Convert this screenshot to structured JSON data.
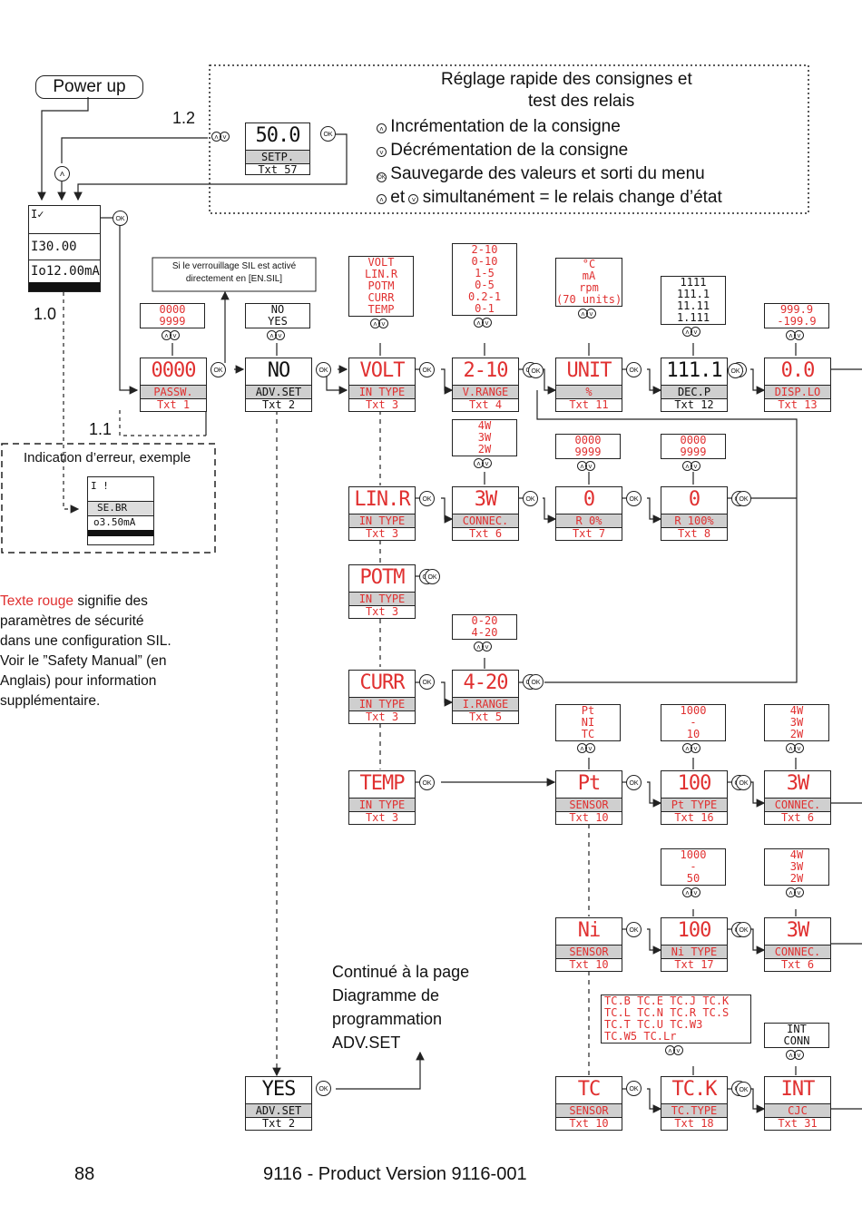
{
  "power_up": "Power up",
  "quick": {
    "title": "Réglage rapide des consignes et",
    "title2": "test des relais",
    "incr": "Incrémentation de la consigne",
    "decr": "Décrémentation de la consigne",
    "save": "Sauvegarde des valeurs et sorti du menu",
    "et": "et",
    "simul": "simultanément = le relais change d’état"
  },
  "labels": {
    "l12": "1.2",
    "l10": "1.0",
    "l11": "1.1"
  },
  "ok": "OK",
  "display": {
    "line1": "I",
    "line2": "I",
    "line2b": "30.00",
    "line3": "Io12.00mA"
  },
  "error": {
    "title": "Indication d’erreur, exemple",
    "line1": "I !",
    "line2": "SE.BR",
    "line3": "o3.50mA"
  },
  "sil_note": {
    "l1": "Si le verrouillage SIL est activé",
    "l2": "directement en [EN.SIL]"
  },
  "legend": {
    "red": "Texte rouge",
    "rest1": "signifie des",
    "l2": "paramètres de sécurité",
    "l3": "dans une configuration SIL.",
    "l4": "Voir le ”Safety Manual” (en",
    "l5": "Anglais) pour information",
    "l6": "supplémentaire."
  },
  "continue": {
    "l1": "Continué à la page",
    "l2": "Diagramme de",
    "l3": "programmation",
    "l4": "ADV.SET"
  },
  "footer": {
    "page": "88",
    "product": "9116 - Product Version 9116-001"
  },
  "boxes": {
    "setp": {
      "v": "50.0",
      "p": "SETP.",
      "t": "Txt 57"
    },
    "passw": {
      "v": "0000",
      "p": "PASSW.",
      "t": "Txt 1"
    },
    "advset": {
      "v": "NO",
      "p": "ADV.SET",
      "t": "Txt 2"
    },
    "volt": {
      "v": "VOLT",
      "p": "IN TYPE",
      "t": "Txt 3"
    },
    "vrange": {
      "v": "2-10",
      "p": "V.RANGE",
      "t": "Txt 4"
    },
    "unit": {
      "v": "UNIT",
      "p": "%",
      "t": "Txt 11"
    },
    "decp": {
      "v": "111.1",
      "p": "DEC.P",
      "t": "Txt 12"
    },
    "displo": {
      "v": "0.0",
      "p": "DISP.LO",
      "t": "Txt 13"
    },
    "linr": {
      "v": "LIN.R",
      "p": "IN TYPE",
      "t": "Txt 3"
    },
    "connec1": {
      "v": "3W",
      "p": "CONNEC.",
      "t": "Txt 6"
    },
    "r0": {
      "v": "0",
      "p": "R 0%",
      "t": "Txt 7"
    },
    "r100": {
      "v": "0",
      "p": "R 100%",
      "t": "Txt 8"
    },
    "potm": {
      "v": "POTM",
      "p": "IN TYPE",
      "t": "Txt 3"
    },
    "curr": {
      "v": "CURR",
      "p": "IN TYPE",
      "t": "Txt 3"
    },
    "irange": {
      "v": "4-20",
      "p": "I.RANGE",
      "t": "Txt 5"
    },
    "temp": {
      "v": "TEMP",
      "p": "IN TYPE",
      "t": "Txt 3"
    },
    "pt": {
      "v": "Pt",
      "p": "SENSOR",
      "t": "Txt 10"
    },
    "pttype": {
      "v": "100",
      "p": "Pt TYPE",
      "t": "Txt 16"
    },
    "connec2": {
      "v": "3W",
      "p": "CONNEC.",
      "t": "Txt 6"
    },
    "ni": {
      "v": "Ni",
      "p": "SENSOR",
      "t": "Txt 10"
    },
    "nitype": {
      "v": "100",
      "p": "Ni TYPE",
      "t": "Txt 17"
    },
    "connec3": {
      "v": "3W",
      "p": "CONNEC.",
      "t": "Txt 6"
    },
    "tc": {
      "v": "TC",
      "p": "SENSOR",
      "t": "Txt 10"
    },
    "tctype": {
      "v": "TC.K",
      "p": "TC.TYPE",
      "t": "Txt 18"
    },
    "int": {
      "v": "INT",
      "p": "CJC",
      "t": "Txt 31"
    },
    "yes": {
      "v": "YES",
      "p": "ADV.SET",
      "t": "Txt 2"
    }
  },
  "options": {
    "passw": [
      "0000",
      "9999"
    ],
    "advset": [
      "NO",
      "YES"
    ],
    "volt": [
      "VOLT",
      "LIN.R",
      "POTM",
      "CURR",
      "TEMP"
    ],
    "vrange": [
      "2-10",
      "0-10",
      "1-5",
      "0-5",
      "0.2-1",
      "0-1"
    ],
    "unit": [
      "°C",
      "mA",
      "rpm",
      "(70 units)"
    ],
    "decp": [
      "1111",
      "111.1",
      "11.11",
      "1.111"
    ],
    "displo": [
      "999.9",
      "-199.9"
    ],
    "connec1": [
      "4W",
      "3W",
      "2W"
    ],
    "r0": [
      "0000",
      "9999"
    ],
    "r100": [
      "0000",
      "9999"
    ],
    "irange": [
      "0-20",
      "4-20"
    ],
    "pt": [
      "Pt",
      "NI",
      "TC"
    ],
    "pttype": [
      "1000",
      "-",
      "10"
    ],
    "connec2": [
      "4W",
      "3W",
      "2W"
    ],
    "nitype": [
      "1000",
      "-",
      "50"
    ],
    "connec3": [
      "4W",
      "3W",
      "2W"
    ],
    "tctype": [
      "TC.B TC.E TC.J TC.K",
      "TC.L TC.N TC.R TC.S",
      "TC.T TC.U TC.W3",
      "TC.W5 TC.Lr"
    ],
    "int": [
      "INT",
      "CONN"
    ]
  },
  "colors": {
    "safety_red": "#e03030",
    "gray": "#cfcfcf"
  }
}
